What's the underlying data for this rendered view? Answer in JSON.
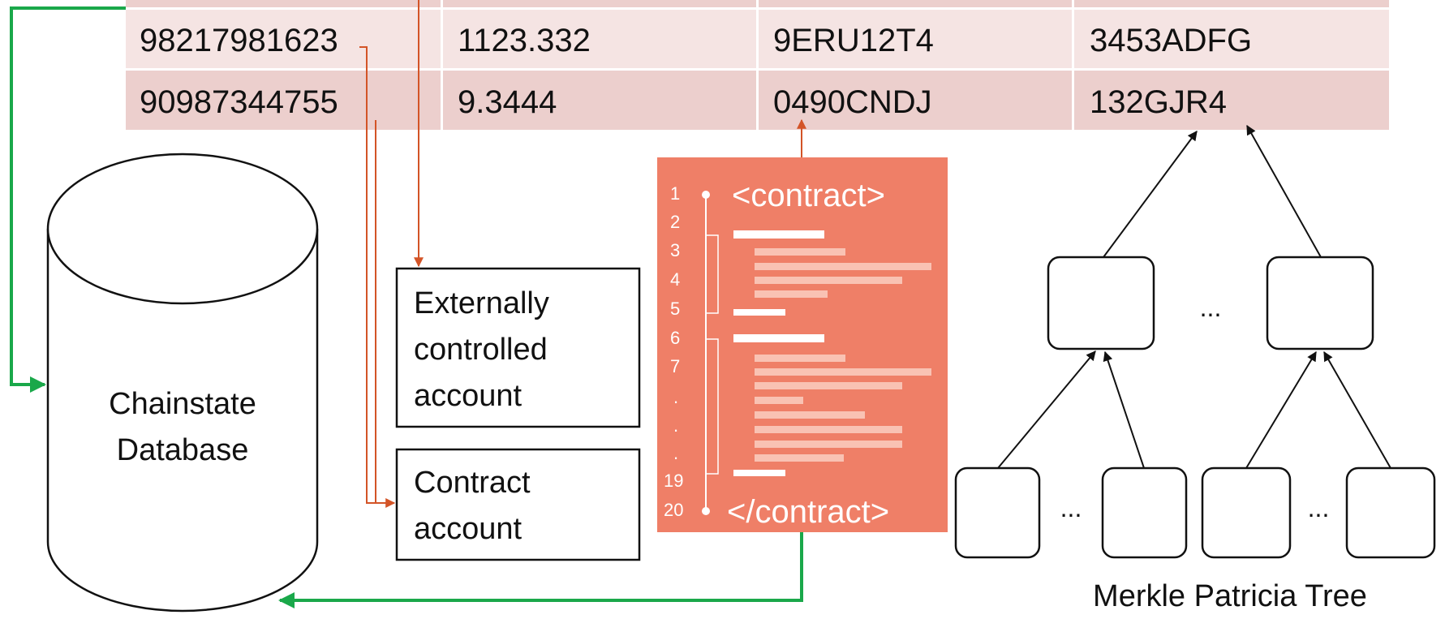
{
  "table": {
    "rows": [
      [
        "98217981623",
        "1123.332",
        "9ERU12T4",
        "3453ADFG"
      ],
      [
        "90987344755",
        "9.3444",
        "0490CNDJ",
        "132GJR4"
      ]
    ]
  },
  "database": {
    "line1": "Chainstate",
    "line2": "Database"
  },
  "eoa_box": {
    "line1": "Externally",
    "line2": "controlled",
    "line3": "account"
  },
  "contract_box": {
    "line1": "Contract",
    "line2": "account"
  },
  "code_card": {
    "open_tag": "<contract>",
    "close_tag": "</contract>",
    "line_numbers": [
      "1",
      "2",
      "3",
      "4",
      "5",
      "6",
      "7",
      ".",
      ".",
      ".",
      "19",
      "20"
    ]
  },
  "tree": {
    "caption": "Merkle Patricia Tree",
    "ellipsis": "..."
  },
  "colors": {
    "table_row_light": "#f5e4e3",
    "table_row_dark": "#eccfcd",
    "code_card_bg": "#ef7f67",
    "orange_arrow": "#d35427",
    "green_arrow": "#1aa84a"
  }
}
